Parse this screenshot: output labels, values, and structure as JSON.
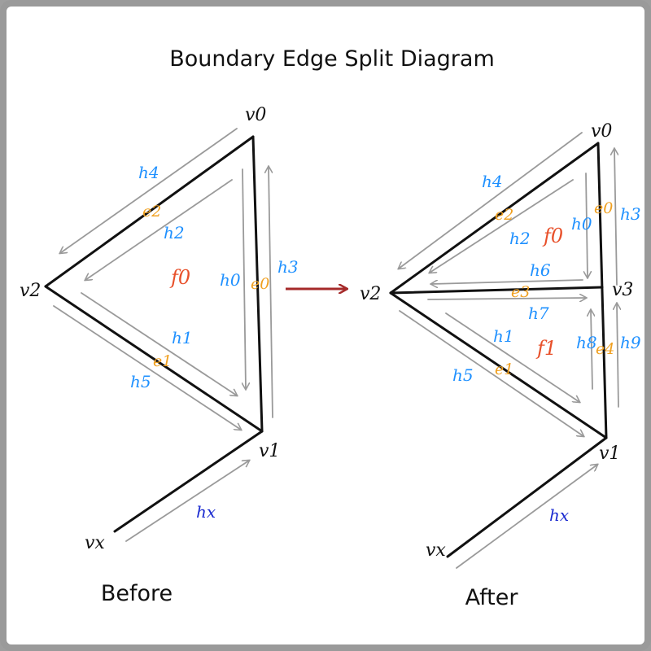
{
  "title": "Boundary Edge Split Diagram",
  "colors": {
    "halfedge": "#1e90ff",
    "edge": "#f0a020",
    "face": "#e8502a",
    "outer_halfedge": "#1a2ad0",
    "arrow": "#a52a2a"
  },
  "before": {
    "caption": "Before",
    "vertices": {
      "v0": "v0",
      "v1": "v1",
      "v2": "v2",
      "vx": "vx"
    },
    "halfedges": {
      "h0": "h0",
      "h1": "h1",
      "h2": "h2",
      "h3": "h3",
      "h4": "h4",
      "h5": "h5",
      "hx": "hx"
    },
    "edges": {
      "e0": "e0",
      "e1": "e1",
      "e2": "e2"
    },
    "faces": {
      "f0": "f0"
    }
  },
  "after": {
    "caption": "After",
    "vertices": {
      "v0": "v0",
      "v1": "v1",
      "v2": "v2",
      "v3": "v3",
      "vx": "vx"
    },
    "halfedges": {
      "h0": "h0",
      "h1": "h1",
      "h2": "h2",
      "h3": "h3",
      "h4": "h4",
      "h5": "h5",
      "h6": "h6",
      "h7": "h7",
      "h8": "h8",
      "h9": "h9",
      "hx": "hx"
    },
    "edges": {
      "e0": "e0",
      "e1": "e1",
      "e2": "e2",
      "e3": "e3",
      "e4": "e4"
    },
    "faces": {
      "f0": "f0",
      "f1": "f1"
    }
  },
  "transition_arrow": "right-arrow"
}
